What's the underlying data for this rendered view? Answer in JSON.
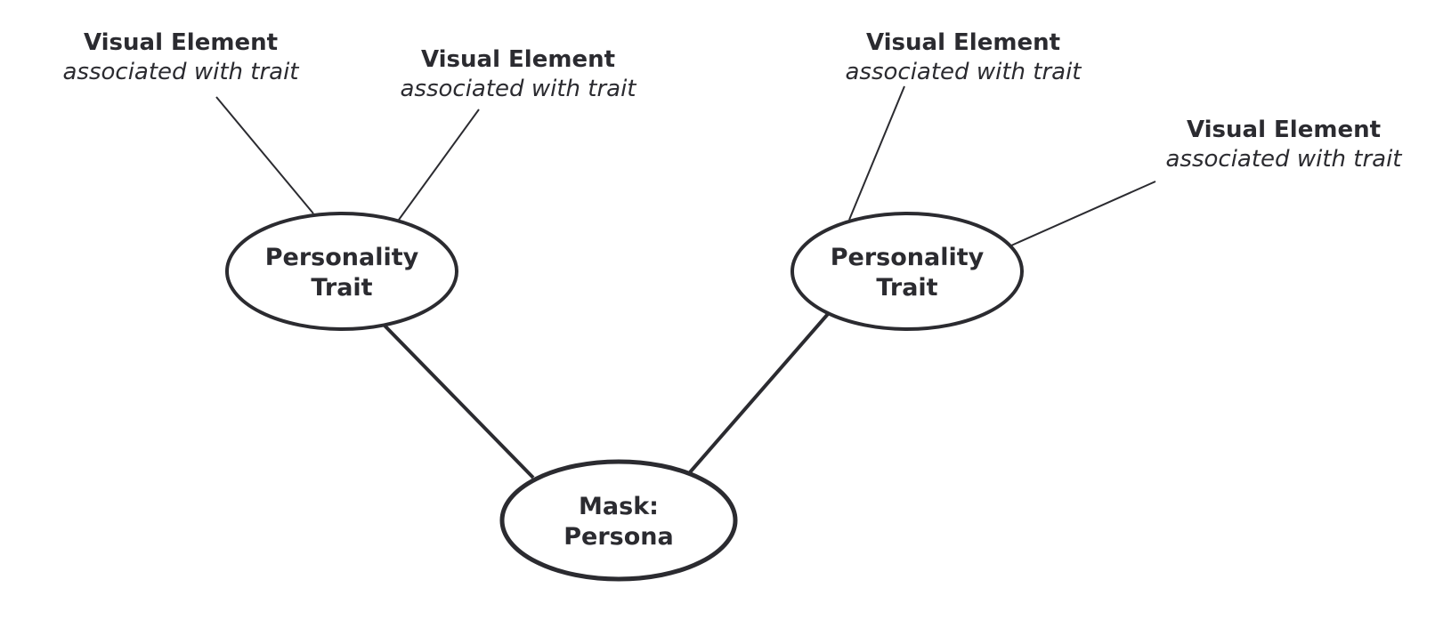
{
  "colors": {
    "ink": "#2b2b30",
    "background": "#ffffff"
  },
  "nodes": {
    "trait_left": {
      "line1": "Personality",
      "line2": "Trait"
    },
    "trait_right": {
      "line1": "Personality",
      "line2": "Trait"
    },
    "mask": {
      "line1": "Mask:",
      "line2": "Persona"
    }
  },
  "elements": [
    {
      "title": "Visual Element",
      "subtitle": "associated with trait"
    },
    {
      "title": "Visual Element",
      "subtitle": "associated with trait"
    },
    {
      "title": "Visual Element",
      "subtitle": "associated with trait"
    },
    {
      "title": "Visual Element",
      "subtitle": "associated with trait"
    }
  ]
}
